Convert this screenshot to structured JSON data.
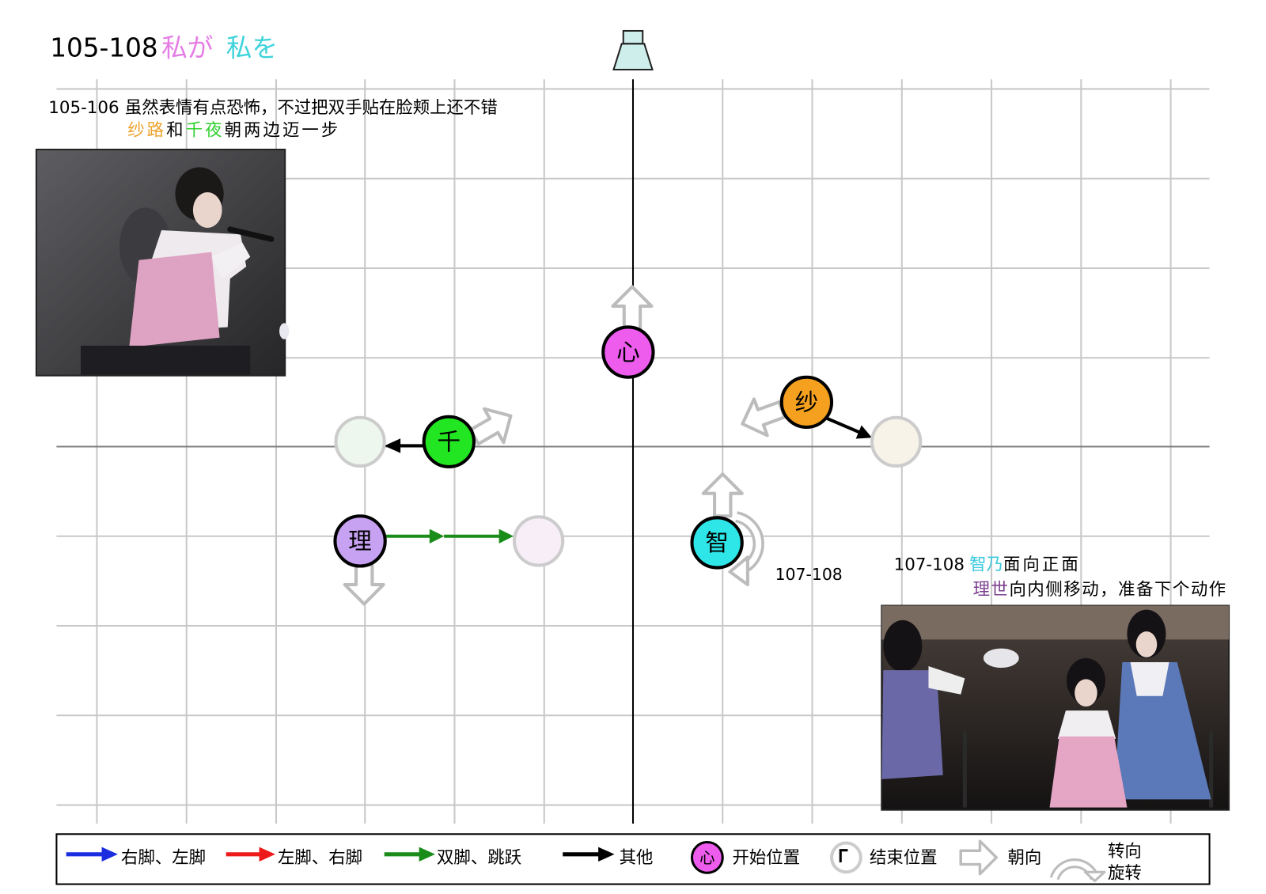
{
  "title": {
    "range": "105-108",
    "lyric_1": "私が",
    "lyric_2": "私を",
    "lyric_1_color": "#e57de5",
    "lyric_2_color": "#3fd3dc"
  },
  "notes": {
    "section_1": {
      "range": "105-106",
      "text": "虽然表情有点恐怖，不过把双手贴在脸颊上还不错",
      "line2": [
        {
          "text": "纱路",
          "color": "#eda22c"
        },
        {
          "text": "和",
          "color": "#000000"
        },
        {
          "text": "千夜",
          "color": "#2fcf2f"
        },
        {
          "text": "朝两边迈一步",
          "color": "#000000"
        }
      ]
    },
    "section_2": {
      "range": "107-108",
      "line1": [
        {
          "text": "智乃",
          "color": "#3cc9de"
        },
        {
          "text": "面向正面",
          "color": "#000000"
        }
      ],
      "line2": [
        {
          "text": "理世",
          "color": "#7b3f8e"
        },
        {
          "text": "向内侧移动，准备下个动作",
          "color": "#000000"
        }
      ]
    }
  },
  "turn_label": "107-108",
  "characters": [
    {
      "glyph": "心",
      "color": "#ee5cee"
    },
    {
      "glyph": "千",
      "color": "#22e622"
    },
    {
      "glyph": "纱",
      "color": "#f5a11f"
    },
    {
      "glyph": "理",
      "color": "#c8a2f2"
    },
    {
      "glyph": "智",
      "color": "#2ee6e8"
    }
  ],
  "icons": {
    "stage_front": "stage-front-icon",
    "facing": "facing-arrow-icon",
    "rotation": "rotation-arrow-icon",
    "end_position": "end-position-icon"
  },
  "legend": {
    "items": [
      {
        "label": "右脚、左脚",
        "color": "#1a2ee0"
      },
      {
        "label": "左脚、右脚",
        "color": "#ee1a1a"
      },
      {
        "label": "双脚、跳跃",
        "color": "#1a8c1a"
      },
      {
        "label": "其他",
        "color": "#000000"
      }
    ],
    "start_marker": {
      "glyph": "心",
      "label": "开始位置",
      "color": "#ee5cee"
    },
    "end_marker": {
      "label": "结束位置"
    },
    "facing": {
      "label": "朝向"
    },
    "rotation": {
      "label_1": "转向",
      "label_2": "旋转"
    }
  },
  "colors": {
    "grid": "#c8c8c8",
    "axis": "#808080",
    "center_line": "#000000",
    "facing_arrow": "#bcbcbc",
    "end_position_ring": "#cccccc",
    "stage_marker": "#cdeeea"
  }
}
